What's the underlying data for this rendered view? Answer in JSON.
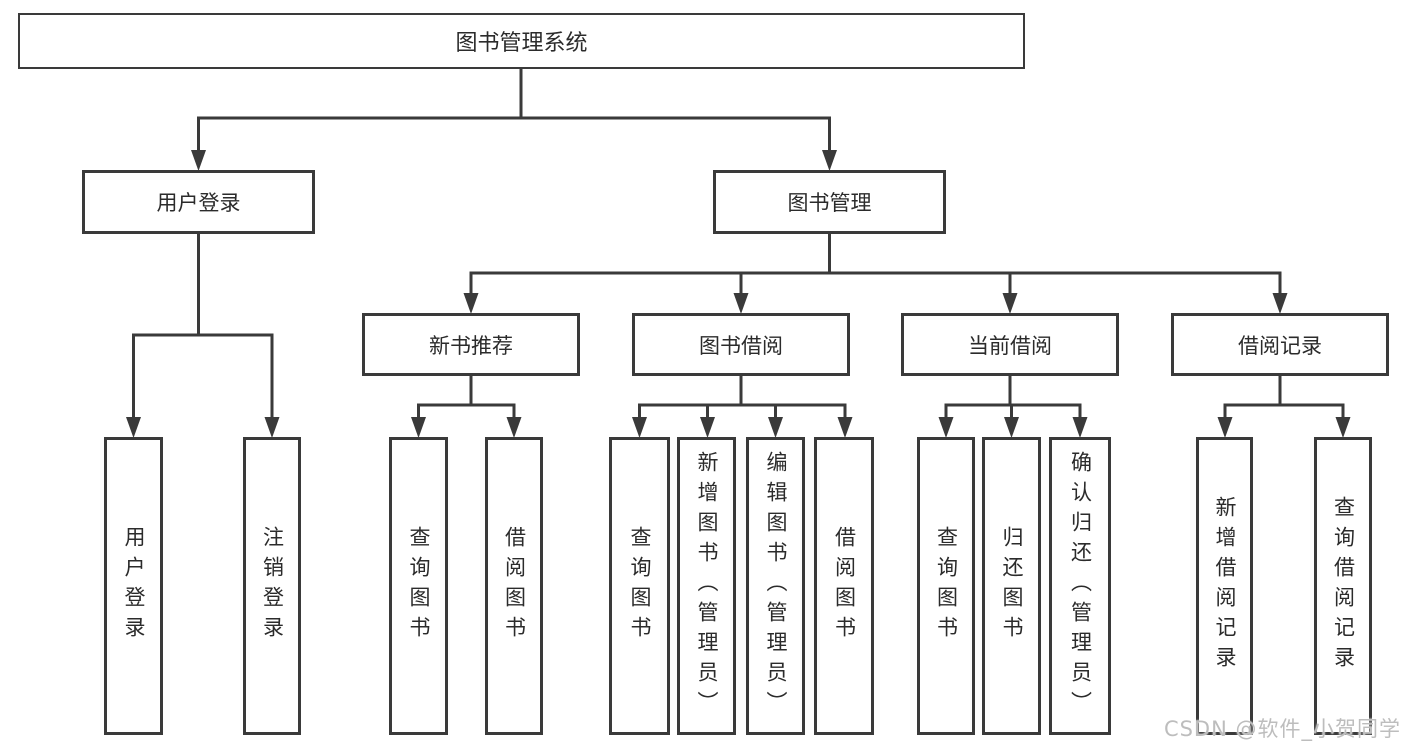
{
  "diagram": {
    "root_label": "图书管理系统",
    "user_login": {
      "label": "用户登录",
      "children": [
        "用户登录",
        "注销登录"
      ]
    },
    "book_management": {
      "label": "图书管理",
      "sections": [
        {
          "label": "新书推荐",
          "children": [
            "查询图书",
            "借阅图书"
          ]
        },
        {
          "label": "图书借阅",
          "children": [
            "查询图书",
            "新增图书（管理员）",
            "编辑图书（管理员）",
            "借阅图书"
          ]
        },
        {
          "label": "当前借阅",
          "children": [
            "查询图书",
            "归还图书",
            "确认归还（管理员）"
          ]
        },
        {
          "label": "借阅记录",
          "children": [
            "新增借阅记录",
            "查询借阅记录"
          ]
        }
      ]
    }
  },
  "watermark": {
    "text": "CSDN @软件_小贺同学"
  },
  "colors": {
    "line": "#3a3a3a",
    "text": "#2b2b2b",
    "background": "#ffffff",
    "watermark": "#bdbdbd"
  }
}
